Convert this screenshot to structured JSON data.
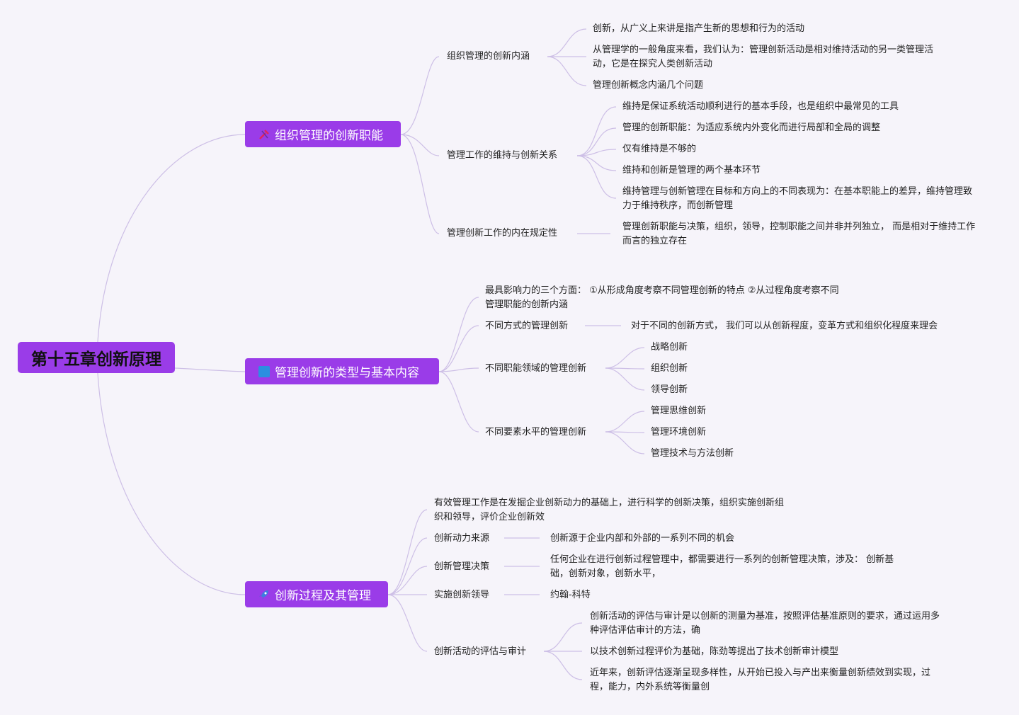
{
  "root": {
    "label": "第十五章创新原理"
  },
  "branches": [
    {
      "label": "组织管理的创新职能",
      "icon": "tools-icon",
      "children": [
        {
          "label": "组织管理的创新内涵",
          "children": [
            "创新，从广义上来讲是指产生新的思想和行为的活动",
            "从管理学的一般角度来看，我们认为：管理创新活动是相对维持活动的另一类管理活动，它是在探究人类创新活动",
            "管理创新概念内涵几个问题"
          ]
        },
        {
          "label": "管理工作的维持与创新关系",
          "children": [
            "维持是保证系统活动顺利进行的基本手段，也是组织中最常见的工具",
            "管理的创新职能：为适应系统内外变化而进行局部和全局的调整",
            "仅有维持是不够的",
            "维持和创新是管理的两个基本环节",
            "维持管理与创新管理在目标和方向上的不同表现为：在基本职能上的差异，维持管理致力于维持秩序，而创新管理"
          ]
        },
        {
          "label": "管理创新工作的内在规定性",
          "children": [
            "管理创新职能与决策，组织，领导，控制职能之间并非并列独立， 而是相对于维持工作而言的独立存在"
          ]
        }
      ]
    },
    {
      "label": "管理创新的类型与基本内容",
      "icon": "square-icon",
      "children": [
        {
          "label": "最具影响力的三个方面： ①从形成角度考察不同管理创新的特点 ②从过程角度考察不同管理职能的创新内涵",
          "children": []
        },
        {
          "label": "不同方式的管理创新",
          "children": [
            "对于不同的创新方式， 我们可以从创新程度，变革方式和组织化程度来理会"
          ]
        },
        {
          "label": "不同职能领域的管理创新",
          "children": [
            "战略创新",
            "组织创新",
            "领导创新"
          ]
        },
        {
          "label": "不同要素水平的管理创新",
          "children": [
            "管理思维创新",
            "管理环境创新",
            "管理技术与方法创新"
          ]
        }
      ]
    },
    {
      "label": "创新过程及其管理",
      "icon": "rocket-icon",
      "children": [
        {
          "label": "有效管理工作是在发掘企业创新动力的基础上，进行科学的创新决策，组织实施创新组织和领导，评价企业创新效",
          "children": []
        },
        {
          "label": "创新动力来源",
          "children": [
            "创新源于企业内部和外部的一系列不同的机会"
          ]
        },
        {
          "label": "创新管理决策",
          "children": [
            "任何企业在进行创新过程管理中，都需要进行一系列的创新管理决策，涉及： 创新基础，创新对象，创新水平，"
          ]
        },
        {
          "label": "实施创新领导",
          "children": [
            "约翰-科特"
          ]
        },
        {
          "label": "创新活动的评估与审计",
          "children": [
            "创新活动的评估与审计是以创新的测量为基准，按照评估基准原则的要求，通过运用多种评估评估审计的方法，确",
            "以技术创新过程评价为基础，陈劲等提出了技术创新审计模型",
            "近年来，创新评估逐渐呈现多样性，从开始已投入与产出来衡量创新绩效到实现，过程，能力，内外系统等衡量创"
          ]
        }
      ]
    }
  ],
  "colors": {
    "branch": "#9a3ce8",
    "line": "#cdbfe6",
    "background": "#f6f4fa"
  }
}
